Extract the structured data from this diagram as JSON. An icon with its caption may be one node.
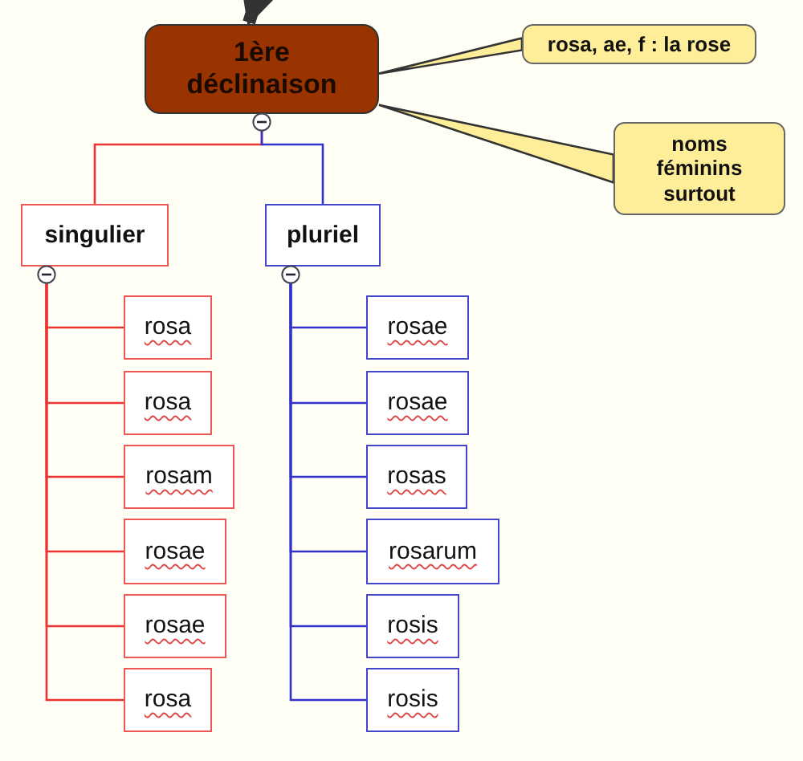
{
  "diagram": {
    "nodes": [
      {
        "text": [
          "1ère déclinaison"
        ]
      },
      {
        "text": [
          "rosa, ae, f : la rose"
        ]
      },
      {
        "text": [
          "noms féminins surtout"
        ]
      },
      {
        "text": [
          "singulier"
        ]
      },
      {
        "text": [
          "pluriel"
        ]
      },
      {
        "text": [
          "rosa"
        ]
      },
      {
        "text": [
          "rosa"
        ]
      },
      {
        "text": [
          "rosam"
        ]
      },
      {
        "text": [
          "rosae"
        ]
      },
      {
        "text": [
          "rosae"
        ]
      },
      {
        "text": [
          "rosa"
        ]
      },
      {
        "text": [
          "rosae"
        ]
      },
      {
        "text": [
          "rosae"
        ]
      },
      {
        "text": [
          "rosas"
        ]
      },
      {
        "text": [
          "rosarum"
        ]
      },
      {
        "text": [
          "rosis"
        ]
      },
      {
        "text": [
          "rosis"
        ]
      }
    ],
    "edges": [
      {
        "from": null,
        "to": 0,
        "arrow": "to",
        "style": "thick",
        "color": "#333333"
      },
      {
        "from": 1,
        "to": 0,
        "arrow": "none",
        "color": "#333333"
      },
      {
        "from": 2,
        "to": 0,
        "arrow": "none",
        "color": "#333333"
      },
      {
        "from": 0,
        "to": 3,
        "arrow": "none",
        "color": "#ee3333"
      },
      {
        "from": 0,
        "to": 4,
        "arrow": "none",
        "color": "#3333cc"
      },
      {
        "from": 3,
        "to": 5,
        "arrow": "none",
        "color": "#ee3333"
      },
      {
        "from": 3,
        "to": 6,
        "arrow": "none",
        "color": "#ee3333"
      },
      {
        "from": 3,
        "to": 7,
        "arrow": "none",
        "color": "#ee3333"
      },
      {
        "from": 3,
        "to": 8,
        "arrow": "none",
        "color": "#ee3333"
      },
      {
        "from": 3,
        "to": 9,
        "arrow": "none",
        "color": "#ee3333"
      },
      {
        "from": 3,
        "to": 10,
        "arrow": "none",
        "color": "#ee3333"
      },
      {
        "from": 4,
        "to": 11,
        "arrow": "none",
        "color": "#3333cc"
      },
      {
        "from": 4,
        "to": 12,
        "arrow": "none",
        "color": "#3333cc"
      },
      {
        "from": 4,
        "to": 13,
        "arrow": "none",
        "color": "#3333cc"
      },
      {
        "from": 4,
        "to": 14,
        "arrow": "none",
        "color": "#3333cc"
      },
      {
        "from": 4,
        "to": 15,
        "arrow": "none",
        "color": "#3333cc"
      },
      {
        "from": 4,
        "to": 16,
        "arrow": "none",
        "color": "#3333cc"
      }
    ]
  }
}
